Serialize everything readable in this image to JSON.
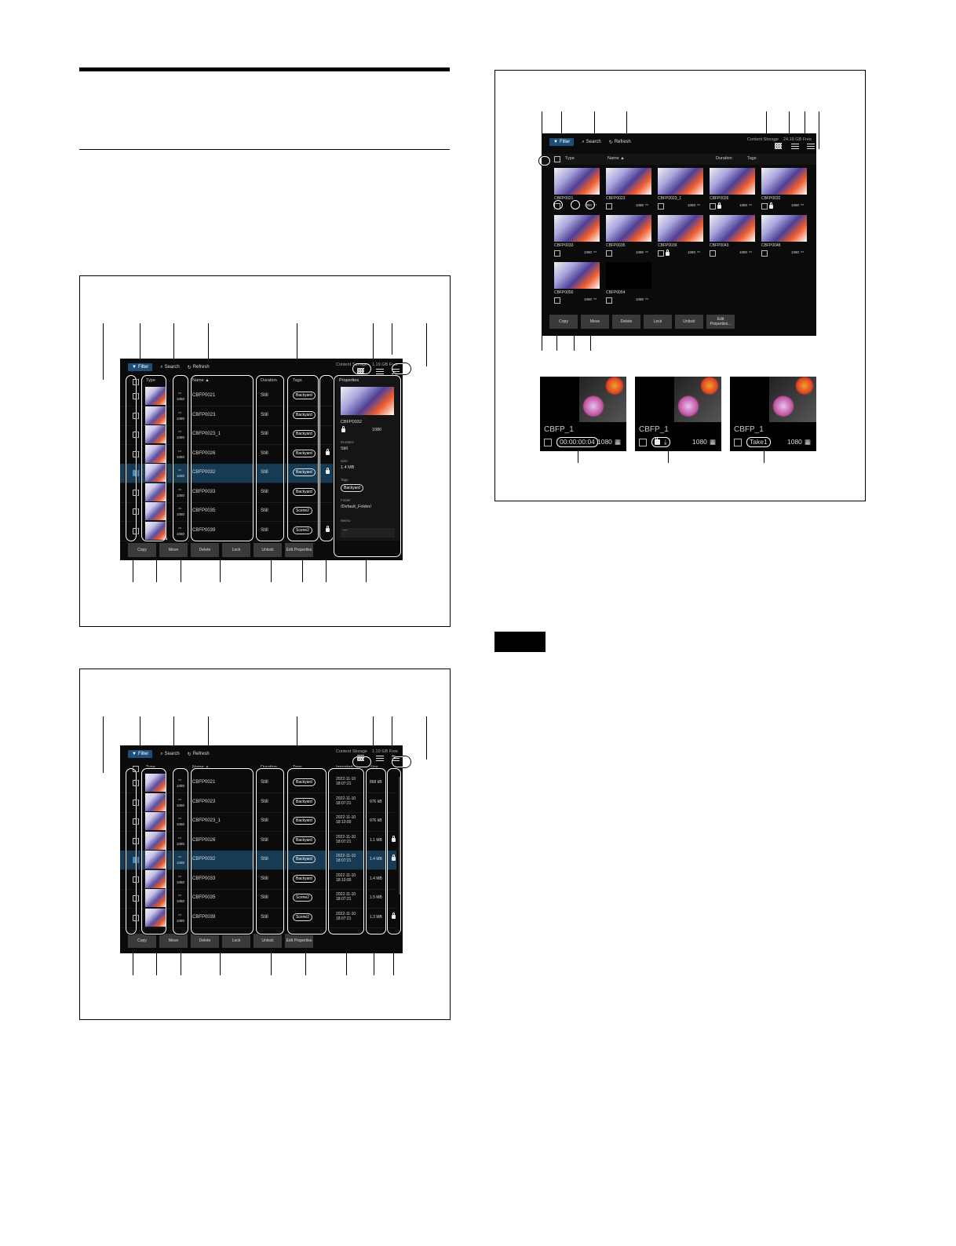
{
  "fig1": {
    "storage_label": "Content Storage",
    "storage_free": "1.19 GB Free",
    "toolbar": {
      "filter": "Filter",
      "search": "Search",
      "refresh": "Refresh"
    },
    "headers": {
      "type": "Type",
      "name": "Name ▲",
      "duration": "Duration",
      "tags": "Tags"
    },
    "rows": [
      {
        "name": "CBFP0021",
        "type": "1080",
        "duration": "Still",
        "tag": "Backyard",
        "locked": false,
        "checked": false
      },
      {
        "name": "CBFP0023",
        "type": "1080",
        "duration": "Still",
        "tag": "Backyard",
        "locked": false,
        "checked": false
      },
      {
        "name": "CBFP0023_1",
        "type": "1080",
        "duration": "Still",
        "tag": "Backyard",
        "locked": false,
        "checked": false
      },
      {
        "name": "CBFP0026",
        "type": "1080",
        "duration": "Still",
        "tag": "Backyard",
        "locked": true,
        "checked": false
      },
      {
        "name": "CBFP0032",
        "type": "1080",
        "duration": "Still",
        "tag": "Backyard",
        "locked": true,
        "checked": true
      },
      {
        "name": "CBFP0033",
        "type": "1080",
        "duration": "Still",
        "tag": "Backyard",
        "locked": false,
        "checked": false
      },
      {
        "name": "CBFP0035",
        "type": "1080",
        "duration": "Still",
        "tag": "Scene2",
        "locked": false,
        "checked": false
      },
      {
        "name": "CBFP0039",
        "type": "1080",
        "duration": "Still",
        "tag": "Scene2",
        "locked": true,
        "checked": false
      }
    ],
    "bottom": [
      "Copy",
      "Move",
      "Delete",
      "Lock",
      "Unlock",
      "Edit Properties"
    ],
    "properties": {
      "title": "Properties",
      "name": "CBFP0032",
      "res": "1080",
      "duration_label": "Duration",
      "duration": "Still",
      "size_label": "Size",
      "size": "1.4 MB",
      "tags_label": "Tags",
      "tag": "Backyard",
      "folder_label": "Folder",
      "folder": "/Default_Folder/",
      "memo_label": "Memo",
      "memo": "---"
    }
  },
  "fig2": {
    "storage_label": "Content Storage",
    "storage_free": "1.19 GB Free",
    "toolbar": {
      "filter": "Filter",
      "search": "Search",
      "refresh": "Refresh"
    },
    "headers": {
      "type": "Type",
      "name": "Name ▲",
      "duration": "Duration",
      "tags": "Tags",
      "imported": "Imported",
      "size": "Size"
    },
    "rows": [
      {
        "name": "CBFP0021",
        "type": "1080",
        "duration": "Still",
        "tag": "Backyard",
        "imported": "2022-11-10 18:07:21",
        "size": "868 kB",
        "locked": false,
        "checked": false
      },
      {
        "name": "CBFP0023",
        "type": "1080",
        "duration": "Still",
        "tag": "Backyard",
        "imported": "2022-11-10 18:07:21",
        "size": "976 kB",
        "locked": false,
        "checked": false
      },
      {
        "name": "CBFP0023_1",
        "type": "1080",
        "duration": "Still",
        "tag": "Backyard",
        "imported": "2022-11-10 18:10:00",
        "size": "976 kB",
        "locked": false,
        "checked": false
      },
      {
        "name": "CBFP0026",
        "type": "1080",
        "duration": "Still",
        "tag": "Backyard",
        "imported": "2022-11-10 18:07:21",
        "size": "1.1 MB",
        "locked": true,
        "checked": false
      },
      {
        "name": "CBFP0032",
        "type": "1080",
        "duration": "Still",
        "tag": "Backyard",
        "imported": "2022-11-10 18:07:21",
        "size": "1.4 MB",
        "locked": true,
        "checked": true
      },
      {
        "name": "CBFP0033",
        "type": "1080",
        "duration": "Still",
        "tag": "Backyard",
        "imported": "2022-11-10 18:10:00",
        "size": "1.4 MB",
        "locked": false,
        "checked": false
      },
      {
        "name": "CBFP0035",
        "type": "1080",
        "duration": "Still",
        "tag": "Scene2",
        "imported": "2022-11-10 18:07:21",
        "size": "1.5 MB",
        "locked": false,
        "checked": false
      },
      {
        "name": "CBFP0039",
        "type": "1080",
        "duration": "Still",
        "tag": "Scene2",
        "imported": "2022-11-10 18:07:21",
        "size": "1.3 MB",
        "locked": true,
        "checked": false
      }
    ],
    "bottom": [
      "Copy",
      "Move",
      "Delete",
      "Lock",
      "Unlock",
      "Edit Properties"
    ]
  },
  "fig3": {
    "storage_label": "Content Storage",
    "storage_free": "24.19 GB Free",
    "toolbar": {
      "filter": "Filter",
      "search": "Search",
      "refresh": "Refresh"
    },
    "headers": {
      "type": "Type",
      "name": "Name ▲",
      "duration": "Duration",
      "tags": "Tags"
    },
    "tiles": [
      {
        "name": "CBFP0021",
        "res": "1080",
        "locked": false,
        "dark": false
      },
      {
        "name": "CBFP0023",
        "res": "1080",
        "locked": false,
        "dark": false
      },
      {
        "name": "CBFP0023_1",
        "res": "1080",
        "locked": false,
        "dark": false
      },
      {
        "name": "CBFP0026",
        "res": "1080",
        "locked": true,
        "dark": false
      },
      {
        "name": "CBFP0032",
        "res": "1080",
        "locked": true,
        "dark": false
      },
      {
        "name": "CBFP0033",
        "res": "1080",
        "locked": false,
        "dark": false
      },
      {
        "name": "CBFP0035",
        "res": "1080",
        "locked": false,
        "dark": false
      },
      {
        "name": "CBFP0039",
        "res": "1080",
        "locked": true,
        "dark": false
      },
      {
        "name": "CBFP0043",
        "res": "1080",
        "locked": false,
        "dark": false
      },
      {
        "name": "CBFP0048",
        "res": "1080",
        "locked": false,
        "dark": false
      },
      {
        "name": "CBFP0050",
        "res": "1080",
        "locked": false,
        "dark": false
      },
      {
        "name": "CBFP0054",
        "res": "1080",
        "locked": false,
        "dark": true
      }
    ],
    "bottom": [
      "Copy",
      "Move",
      "Delete",
      "Lock",
      "Unlock",
      "Edit Properties..."
    ],
    "details": [
      {
        "name": "CBFP_1",
        "badge": "00:00:00:04",
        "res": "1080"
      },
      {
        "name": "CBFP_1",
        "badge": "",
        "res": "1080"
      },
      {
        "name": "CBFP_1",
        "badge": "Take1",
        "res": "1080"
      }
    ]
  }
}
